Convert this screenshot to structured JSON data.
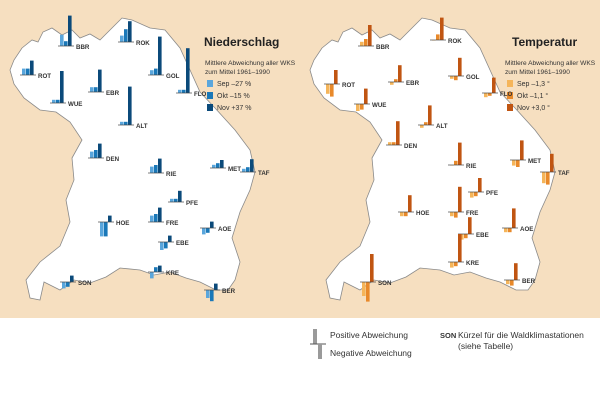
{
  "colors": {
    "beige": "#f6dfc0",
    "land": "#ffffff",
    "border": "#8a8a8a",
    "precip": [
      "#5aa6dc",
      "#1a78b8",
      "#0b4a7a"
    ],
    "temp": [
      "#f5b55a",
      "#e8892a",
      "#c05512"
    ]
  },
  "niederschlag": {
    "title": "Niederschlag",
    "legend_title": "Mittlere Abweichung aller WKS zum Mittel 1961–1990",
    "legend_items": [
      {
        "label": "Sep –27 %"
      },
      {
        "label": "Okt –15 %"
      },
      {
        "label": "Nov +37 %"
      }
    ]
  },
  "temperatur": {
    "title": "Temperatur",
    "legend_title": "Mittlere Abweichung aller WKS zum Mittel 1961–1990",
    "legend_items": [
      {
        "label": "Sep –1,3 °"
      },
      {
        "label": "Okt –1,1 °"
      },
      {
        "label": "Nov +3,0 °"
      }
    ]
  },
  "stations": [
    {
      "code": "ROK",
      "p": [
        4,
        8,
        13
      ],
      "t": [
        0,
        4,
        16
      ]
    },
    {
      "code": "BBR",
      "p": [
        7,
        3,
        19
      ],
      "t": [
        3,
        5,
        15
      ]
    },
    {
      "code": "ROT",
      "p": [
        4,
        4,
        9
      ],
      "t": [
        -7,
        -9,
        10
      ]
    },
    {
      "code": "EBR",
      "p": [
        3,
        3,
        14
      ],
      "t": [
        -2,
        2,
        12
      ]
    },
    {
      "code": "GOL",
      "p": [
        3,
        4,
        24
      ],
      "t": [
        -2,
        -3,
        13
      ]
    },
    {
      "code": "WUE",
      "p": [
        2,
        2,
        20
      ],
      "t": [
        -5,
        -4,
        11
      ]
    },
    {
      "code": "FLO",
      "p": [
        2,
        2,
        28
      ],
      "t": [
        -3,
        -2,
        11
      ]
    },
    {
      "code": "ALT",
      "p": [
        2,
        2,
        24
      ],
      "t": [
        -2,
        2,
        14
      ]
    },
    {
      "code": "DEN",
      "p": [
        4,
        5,
        9
      ],
      "t": [
        2,
        2,
        17
      ]
    },
    {
      "code": "RIE",
      "p": [
        4,
        5,
        9
      ],
      "t": [
        0,
        3,
        16
      ]
    },
    {
      "code": "MET",
      "p": [
        2,
        3,
        5
      ],
      "t": [
        -4,
        -5,
        14
      ]
    },
    {
      "code": "TAF",
      "p": [
        2,
        3,
        8
      ],
      "t": [
        -8,
        -9,
        13
      ]
    },
    {
      "code": "PFE",
      "p": [
        2,
        2,
        7
      ],
      "t": [
        -4,
        -3,
        10
      ]
    },
    {
      "code": "FRE",
      "p": [
        4,
        5,
        9
      ],
      "t": [
        -3,
        -4,
        18
      ]
    },
    {
      "code": "HOE",
      "p": [
        -9,
        -9,
        4
      ],
      "t": [
        -3,
        -3,
        12
      ]
    },
    {
      "code": "AOE",
      "p": [
        -4,
        -3,
        4
      ],
      "t": [
        -3,
        -3,
        14
      ]
    },
    {
      "code": "EBE",
      "p": [
        -5,
        -4,
        4
      ],
      "t": [
        -4,
        -3,
        12
      ]
    },
    {
      "code": "KRE",
      "p": [
        -4,
        3,
        4
      ],
      "t": [
        -4,
        -3,
        20
      ]
    },
    {
      "code": "SON",
      "p": [
        -4,
        -3,
        4
      ],
      "t": [
        -10,
        -14,
        20
      ]
    },
    {
      "code": "BER",
      "p": [
        -5,
        -7,
        4
      ],
      "t": [
        -3,
        -4,
        12
      ]
    }
  ],
  "legend_bottom": {
    "positive": "Positive Abweichung",
    "negative": "Negative Abweichung",
    "son_code": "SON",
    "son_text": "Kürzel für die Waldklimastationen (siehe Tabelle)"
  }
}
